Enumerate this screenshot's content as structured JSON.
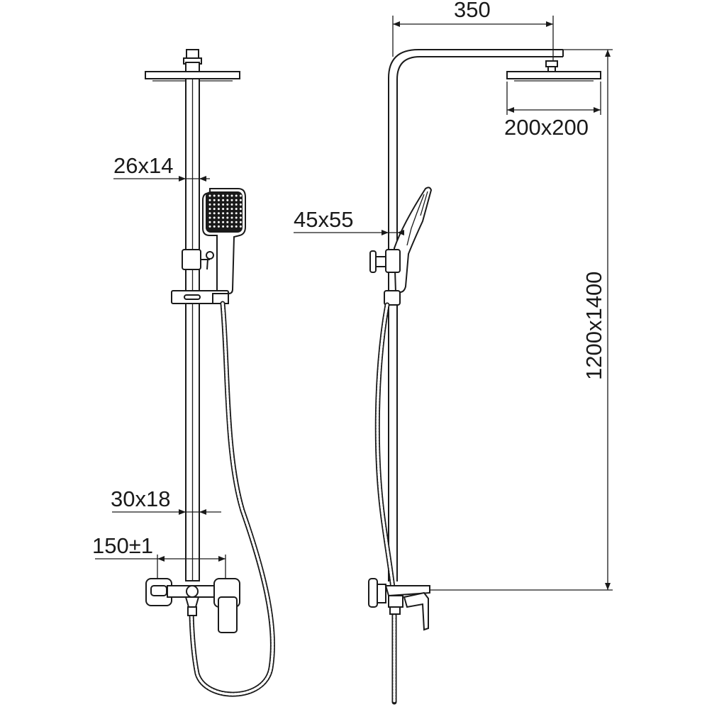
{
  "dimensions": {
    "rail_section_top": "26x14",
    "rail_section_bottom": "30x18",
    "mixer_center_distance": "150±1",
    "handshower_size": "45x55",
    "arm_length": "350",
    "overhead_size": "200x200",
    "height_range": "1200x1400"
  }
}
